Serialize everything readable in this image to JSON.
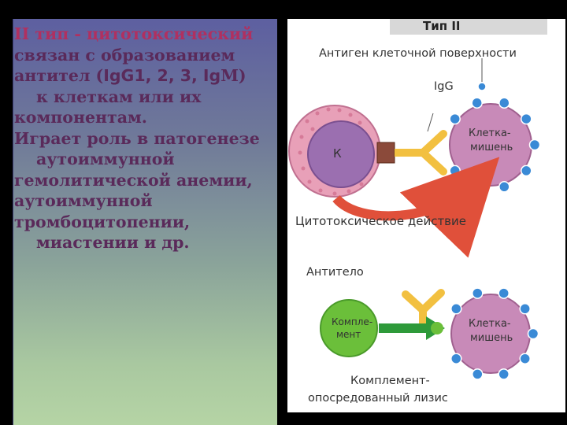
{
  "text": {
    "lines": [
      [
        "II тип - цитотоксический"
      ],
      [
        "связан с образованием"
      ],
      [
        "антител (",
        "IgG1, 2, 3, Ig",
        "M)"
      ],
      [
        "к клеткам или их"
      ],
      [
        "компонентам."
      ],
      [
        "Играет роль в патогенезе"
      ],
      [
        "аутоиммунной"
      ],
      [
        "гемолитической анемии,"
      ],
      [
        "аутоиммунной"
      ],
      [
        "тромбоцитопении,"
      ],
      [
        "миастении и др."
      ]
    ]
  },
  "figure": {
    "title": "Тип II",
    "antigen_label": "Антиген клеточной поверхности",
    "igg_label": "IgG",
    "k_cell_label": "К",
    "target_cell_label_1": "Клетка-",
    "target_cell_label_2": "мишень",
    "cytotoxic_label": "Цитотоксическое действие",
    "antibody_label": "Антитело",
    "complement_label_1": "Компле-",
    "complement_label_2": "мент",
    "lysis_label_1": "Комплемент-",
    "lysis_label_2": "опосредованный лизис",
    "colors": {
      "k_cell_outer": "#e8a0b8",
      "k_cell_inner": "#9b6fb0",
      "target_cell": "#c88ab8",
      "antigen_dot": "#3a8ad6",
      "antibody": "#f2c040",
      "complement": "#6bbf3a",
      "arrow_red": "#e0503a",
      "arrow_green": "#2e9a3a"
    }
  }
}
